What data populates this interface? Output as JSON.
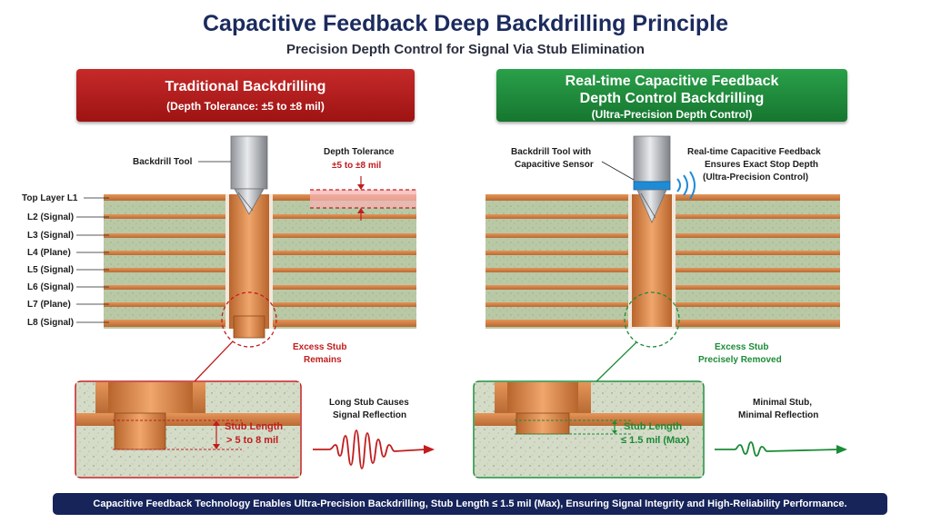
{
  "title": "Capacitive Feedback Deep Backdrilling Principle",
  "subtitle": "Precision Depth Control for Signal Via Stub Elimination",
  "left_panel": {
    "banner_title": "Traditional Backdrilling",
    "banner_subtitle": "(Depth Tolerance: ±5 to ±8 mil)",
    "tool_label": "Backdrill Tool",
    "tolerance_label": "Depth Tolerance",
    "tolerance_value": "±5 to ±8 mil",
    "layers": [
      "Top Layer L1",
      "L2 (Signal)",
      "L3 (Signal)",
      "L4 (Plane)",
      "L5 (Signal)",
      "L6 (Signal)",
      "L7 (Plane)",
      "L8 (Signal)"
    ],
    "stub_note_line1": "Excess Stub",
    "stub_note_line2": "Remains",
    "stub_length_label": "Stub Length",
    "stub_length_value": "> 5 to 8 mil",
    "reflection_line1": "Long Stub Causes",
    "reflection_line2": "Signal Reflection",
    "accent_color": "#c11d1d"
  },
  "right_panel": {
    "banner_title_line1": "Real-time Capacitive Feedback",
    "banner_title_line2": "Depth Control Backdrilling",
    "banner_subtitle": "(Ultra-Precision Depth Control)",
    "tool_label_line1": "Backdrill Tool with",
    "tool_label_line2": "Capacitive Sensor",
    "feedback_line1": "Real-time Capacitive Feedback",
    "feedback_line2": "Ensures Exact Stop Depth",
    "feedback_line3": "(Ultra-Precision Control)",
    "stub_note_line1": "Excess Stub",
    "stub_note_line2": "Precisely Removed",
    "stub_length_label": "Stub Length",
    "stub_length_value": "≤ 1.5 mil (Max)",
    "reflection_line1": "Minimal Stub,",
    "reflection_line2": "Minimal Reflection",
    "accent_color": "#1c8b37"
  },
  "footer": "Capacitive Feedback Technology Enables Ultra-Precision Backdrilling, Stub Length ≤ 1.5 mil (Max), Ensuring Signal Integrity and High-Reliability Performance."
}
